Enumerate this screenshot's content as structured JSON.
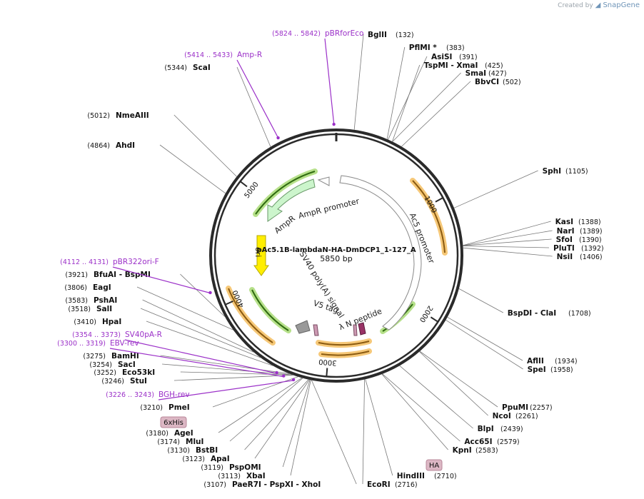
{
  "watermark": {
    "prefix": "Created by",
    "brand": "SnapGene"
  },
  "plasmid": {
    "name": "pAc5.1B-lambdaN-HA-DmDCP1_1-127_A",
    "length_label": "5850 bp",
    "total_bp": 5850
  },
  "ticks": [
    {
      "bp": 1000,
      "label": "1000"
    },
    {
      "bp": 2000,
      "label": "2000"
    },
    {
      "bp": 3000,
      "label": "3000"
    },
    {
      "bp": 4000,
      "label": "4000"
    },
    {
      "bp": 5000,
      "label": "5000"
    }
  ],
  "colors": {
    "enzyme": "#111111",
    "primer": "#9b30c8",
    "backbone": "#2a2a2a"
  },
  "enzymes": [
    {
      "name": "BglII",
      "pos": "(132)",
      "bp": 132
    },
    {
      "name": "PflMI *",
      "pos": "(383)",
      "bp": 383
    },
    {
      "name": "AsiSI",
      "pos": "(391)",
      "bp": 391
    },
    {
      "name": "TspMI - XmaI",
      "pos": "(425)",
      "bp": 425
    },
    {
      "name": "SmaI",
      "pos": "(427)",
      "bp": 427
    },
    {
      "name": "BbvCI",
      "pos": "(502)",
      "bp": 502
    },
    {
      "name": "SphI",
      "pos": "(1105)",
      "bp": 1105
    },
    {
      "name": "KasI",
      "pos": "(1388)",
      "bp": 1388
    },
    {
      "name": "NarI",
      "pos": "(1389)",
      "bp": 1389
    },
    {
      "name": "SfoI",
      "pos": "(1390)",
      "bp": 1390
    },
    {
      "name": "PluTI",
      "pos": "(1392)",
      "bp": 1392
    },
    {
      "name": "NsiI",
      "pos": "(1406)",
      "bp": 1406
    },
    {
      "name": "BspDI - ClaI",
      "pos": "(1708)",
      "bp": 1708
    },
    {
      "name": "AflII",
      "pos": "(1934)",
      "bp": 1934
    },
    {
      "name": "SpeI",
      "pos": "(1958)",
      "bp": 1958
    },
    {
      "name": "PpuMI",
      "pos": "(2257)",
      "bp": 2257
    },
    {
      "name": "NcoI",
      "pos": "(2261)",
      "bp": 2261
    },
    {
      "name": "BlpI",
      "pos": "(2439)",
      "bp": 2439
    },
    {
      "name": "Acc65I",
      "pos": "(2579)",
      "bp": 2579
    },
    {
      "name": "KpnI",
      "pos": "(2583)",
      "bp": 2583
    },
    {
      "name": "HindIII",
      "pos": "(2710)",
      "bp": 2710
    },
    {
      "name": "EcoRI",
      "pos": "(2716)",
      "bp": 2716
    },
    {
      "name": "PaeR7I - PspXI - XhoI",
      "pos": "(3107)",
      "bp": 3107
    },
    {
      "name": "XbaI",
      "pos": "(3113)",
      "bp": 3113
    },
    {
      "name": "PspOMI",
      "pos": "(3119)",
      "bp": 3119
    },
    {
      "name": "ApaI",
      "pos": "(3123)",
      "bp": 3123
    },
    {
      "name": "BstBI",
      "pos": "(3130)",
      "bp": 3130
    },
    {
      "name": "MluI",
      "pos": "(3174)",
      "bp": 3174
    },
    {
      "name": "AgeI",
      "pos": "(3180)",
      "bp": 3180
    },
    {
      "name": "PmeI",
      "pos": "(3210)",
      "bp": 3210
    },
    {
      "name": "StuI",
      "pos": "(3246)",
      "bp": 3246
    },
    {
      "name": "Eco53kI",
      "pos": "(3252)",
      "bp": 3252
    },
    {
      "name": "SacI",
      "pos": "(3254)",
      "bp": 3254
    },
    {
      "name": "BamHI",
      "pos": "(3275)",
      "bp": 3275
    },
    {
      "name": "HpaI",
      "pos": "(3410)",
      "bp": 3410
    },
    {
      "name": "SalI",
      "pos": "(3518)",
      "bp": 3518
    },
    {
      "name": "PshAI",
      "pos": "(3583)",
      "bp": 3583
    },
    {
      "name": "EagI",
      "pos": "(3806)",
      "bp": 3806
    },
    {
      "name": "BfuAI - BspMI",
      "pos": "(3921)",
      "bp": 3921
    },
    {
      "name": "AhdI",
      "pos": "(4864)",
      "bp": 4864
    },
    {
      "name": "NmeAIII",
      "pos": "(5012)",
      "bp": 5012
    },
    {
      "name": "ScaI",
      "pos": "(5344)",
      "bp": 5344
    }
  ],
  "primers": [
    {
      "name": "pBRforEco",
      "range": "(5824 .. 5842)",
      "bp": 5833
    },
    {
      "name": "Amp-R",
      "range": "(5414 .. 5433)",
      "bp": 5423
    },
    {
      "name": "pBR322ori-F",
      "range": "(4112 .. 4131)",
      "bp": 4121
    },
    {
      "name": "SV40pA-R",
      "range": "(3354 .. 3373)",
      "bp": 3363
    },
    {
      "name": "EBV-rev",
      "range": "(3300 .. 3319)",
      "bp": 3309
    },
    {
      "name": "BGH-rev",
      "range": "(3226 .. 3243)",
      "bp": 3234
    }
  ],
  "tags": [
    {
      "name": "6xHis"
    },
    {
      "name": "HA"
    }
  ],
  "features": [
    {
      "name": "AmpR promoter",
      "color": "#ffffff"
    },
    {
      "name": "AmpR",
      "color": "#ccf5cc"
    },
    {
      "name": "ori",
      "color": "#ffee00"
    },
    {
      "name": "SV40 poly(A) signal",
      "color": "#999999"
    },
    {
      "name": "V5 tag",
      "color": "#cc99b2"
    },
    {
      "name": "λ N peptide",
      "color": "#993366"
    },
    {
      "name": "Ac5 promoter",
      "color": "#ffffff"
    }
  ],
  "annotation_colors": {
    "tag_fill": "#dcb7c4",
    "orf_orange": "#f0a020",
    "orf_green": "#7cc443"
  }
}
